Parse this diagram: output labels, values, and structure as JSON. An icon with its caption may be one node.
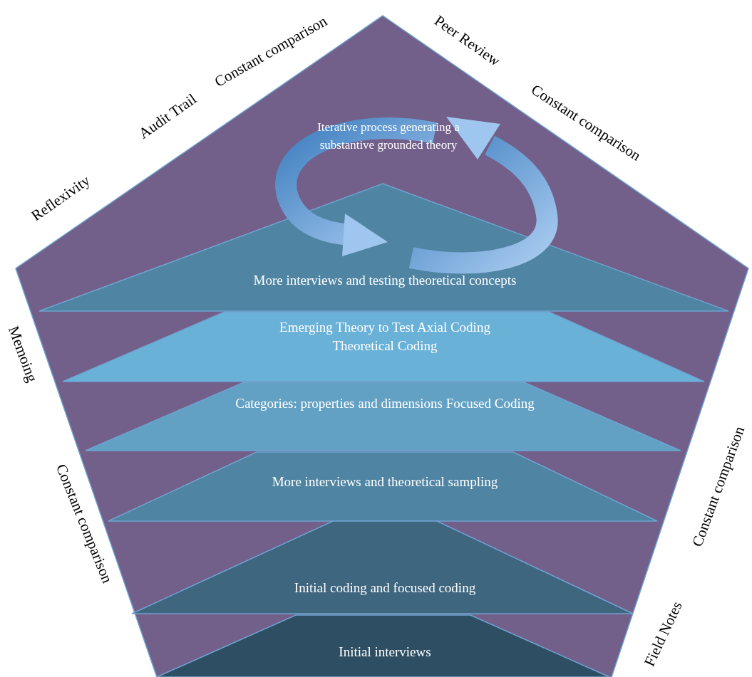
{
  "diagram": {
    "nodes": [
      {
        "text": [
          "Iterative process generating a substantive grounded theory"
        ]
      },
      {
        "text": [
          "More interviews and testing theoretical concepts"
        ],
        "in": 0
      },
      {
        "text": [
          "Emerging Theory to Test Axial Coding Theoretical Coding"
        ],
        "in": 0
      },
      {
        "text": [
          "Categories: properties and dimensions Focused Coding"
        ],
        "in": 0
      },
      {
        "text": [
          "More interviews and theoretical sampling"
        ],
        "in": 0
      },
      {
        "text": [
          "Initial coding and focused coding"
        ],
        "in": 0
      },
      {
        "text": [
          "Initial interviews"
        ],
        "in": 0
      }
    ],
    "edges": [],
    "labels": [
      "Constant comparison",
      "Peer Review",
      "Audit Trail",
      "Constant comparison",
      "Reflexivity",
      "Memoing",
      "Constant comparison",
      "Constant comparison",
      "Field Notes"
    ]
  }
}
